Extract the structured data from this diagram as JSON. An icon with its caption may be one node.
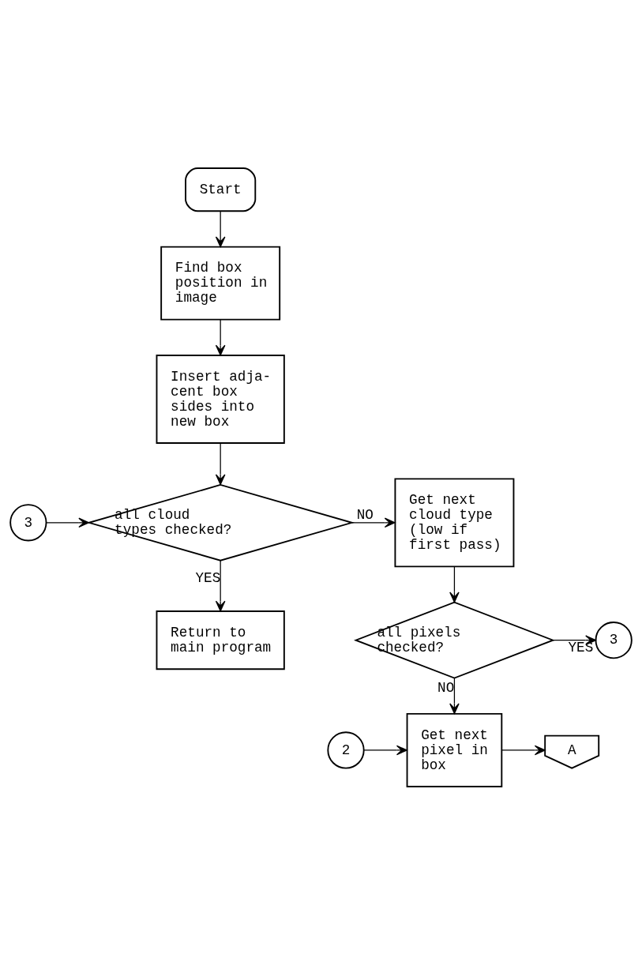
{
  "diagram": {
    "nodes": [
      {
        "text": [
          "Start"
        ]
      },
      {
        "text": [
          "Find box position in image"
        ]
      },
      {
        "text": [
          "Insert adja- cent box sides into new box"
        ]
      },
      {
        "text": [
          "3"
        ]
      },
      {
        "text": [
          "all cloud types checked?"
        ]
      },
      {
        "text": [
          "Get next cloud type (low if first pass)"
        ]
      },
      {
        "text": [
          "Return to main program"
        ]
      },
      {
        "text": [
          "all pixels checked?"
        ]
      },
      {
        "text": [
          "3"
        ]
      },
      {
        "text": [
          "2"
        ]
      },
      {
        "text": [
          "Get next pixel in box"
        ]
      },
      {
        "text": [
          "A"
        ]
      }
    ],
    "edges": [
      {
        "from": 0,
        "to": 1,
        "arrow": "to"
      },
      {
        "from": 1,
        "to": 2,
        "arrow": "to"
      },
      {
        "from": 2,
        "to": 4,
        "arrow": "to"
      },
      {
        "from": 3,
        "to": 4,
        "arrow": "to"
      },
      {
        "from": 4,
        "to": 5,
        "arrow": "to",
        "label": "NO"
      },
      {
        "from": 4,
        "to": 6,
        "arrow": "to",
        "label": "YES"
      },
      {
        "from": 5,
        "to": 7,
        "arrow": "to"
      },
      {
        "from": 7,
        "to": 8,
        "arrow": "to",
        "label": "YES"
      },
      {
        "from": 7,
        "to": 10,
        "arrow": "to",
        "label": "NO"
      },
      {
        "from": 9,
        "to": 10,
        "arrow": "to"
      },
      {
        "from": 10,
        "to": 11,
        "arrow": "to"
      }
    ]
  }
}
